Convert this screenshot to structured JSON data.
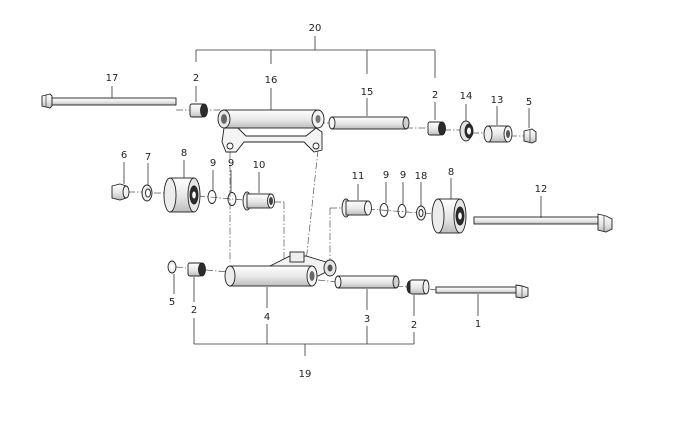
{
  "diagram": {
    "labels": {
      "p1": "1",
      "p2a": "2",
      "p2b": "2",
      "p2c": "2",
      "p2d": "2",
      "p3": "3",
      "p4": "4",
      "p5a": "5",
      "p5b": "5",
      "p6": "6",
      "p7": "7",
      "p8a": "8",
      "p8b": "8",
      "p9a": "9",
      "p9b": "9",
      "p9c": "9",
      "p9d": "9",
      "p10": "10",
      "p11": "11",
      "p12": "12",
      "p13": "13",
      "p14": "14",
      "p15": "15",
      "p16": "16",
      "p17": "17",
      "p18": "18",
      "p19": "19",
      "p20": "20"
    },
    "colors": {
      "line": "#222222",
      "bearing_dark": "#2b2b2b",
      "shade": "#d9d9d9",
      "paper": "#ffffff"
    }
  }
}
